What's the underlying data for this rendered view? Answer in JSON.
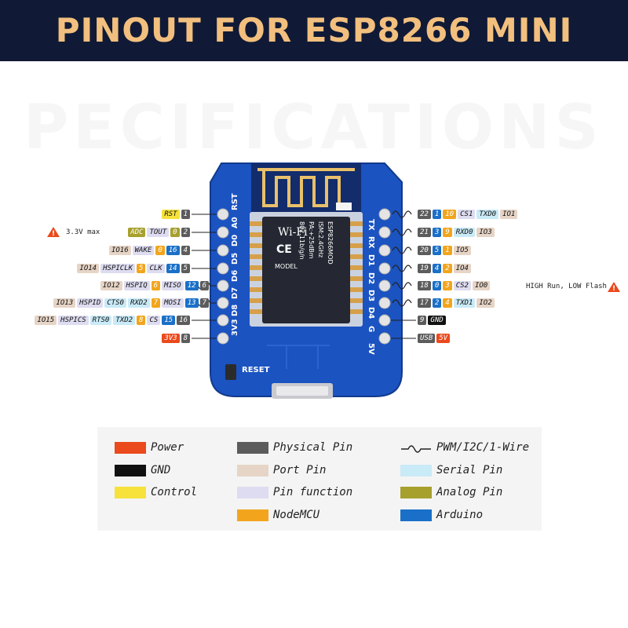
{
  "title": "PINOUT FOR ESP8266 MINI",
  "watermark": "PECIFICATIONS",
  "module": {
    "wifi_logo": "Wi-Fi",
    "model_label": "MODEL",
    "model_name": "ESP8266MOD",
    "ce_mark": "CE",
    "specs": [
      "ISM:2.4GHz",
      "PA:+25dBm",
      "802.11b/g/n"
    ]
  },
  "board_silk": {
    "left": [
      "RST",
      "A0",
      "D0",
      "D5",
      "D6",
      "D7",
      "D8",
      "3V3"
    ],
    "right": [
      "TX",
      "RX",
      "D1",
      "D2",
      "D3",
      "D4",
      "G",
      "5V"
    ],
    "reset_label": "RESET"
  },
  "left_pins": [
    [
      "RST",
      "1"
    ],
    [
      "ADC",
      "TOUT",
      "0",
      "2"
    ],
    [
      "IO16",
      "WAKE",
      "0",
      "16",
      "4"
    ],
    [
      "IO14",
      "HSPICLK",
      "5",
      "CLK",
      "14",
      "5"
    ],
    [
      "IO12",
      "HSPIQ",
      "6",
      "MISO",
      "12",
      "6"
    ],
    [
      "IO13",
      "HSPID",
      "CTS0",
      "RXD2",
      "7",
      "MOSI",
      "13",
      "7"
    ],
    [
      "IO15",
      "HSPICS",
      "RTS0",
      "TXD2",
      "8",
      "CS",
      "15",
      "16"
    ],
    [
      "3V3",
      "8"
    ]
  ],
  "right_pins": [
    [
      "22",
      "1",
      "10",
      "CS1",
      "TXD0",
      "IO1"
    ],
    [
      "21",
      "3",
      "9",
      "RXD0",
      "IO3"
    ],
    [
      "20",
      "5",
      "1",
      "IO5"
    ],
    [
      "19",
      "4",
      "2",
      "IO4"
    ],
    [
      "18",
      "0",
      "3",
      "CS2",
      "IO0"
    ],
    [
      "17",
      "2",
      "4",
      "TXD1",
      "IO2"
    ],
    [
      "9",
      "GND"
    ],
    [
      "USB",
      "5V"
    ]
  ],
  "notes": {
    "adc": "3.3V max",
    "io0": "HIGH Run, LOW Flash"
  },
  "legend": [
    {
      "label": "Power",
      "color": "#ea4a1c",
      "kind": "swatch"
    },
    {
      "label": "GND",
      "color": "#111111",
      "kind": "swatch"
    },
    {
      "label": "Control",
      "color": "#f6e23b",
      "kind": "swatch"
    },
    {
      "label": "Physical Pin",
      "color": "#5c5c5c",
      "kind": "swatch"
    },
    {
      "label": "Port Pin",
      "color": "#e6d4c6",
      "kind": "swatch"
    },
    {
      "label": "Pin function",
      "color": "#dedcf0",
      "kind": "swatch"
    },
    {
      "label": "NodeMCU",
      "color": "#f2a51c",
      "kind": "swatch"
    },
    {
      "label": "PWM/I2C/1-Wire",
      "color": "#222222",
      "kind": "wave"
    },
    {
      "label": "Serial Pin",
      "color": "#c9eaf7",
      "kind": "swatch"
    },
    {
      "label": "Analog Pin",
      "color": "#a7a02d",
      "kind": "swatch"
    },
    {
      "label": "Arduino",
      "color": "#1a70c8",
      "kind": "swatch"
    }
  ]
}
